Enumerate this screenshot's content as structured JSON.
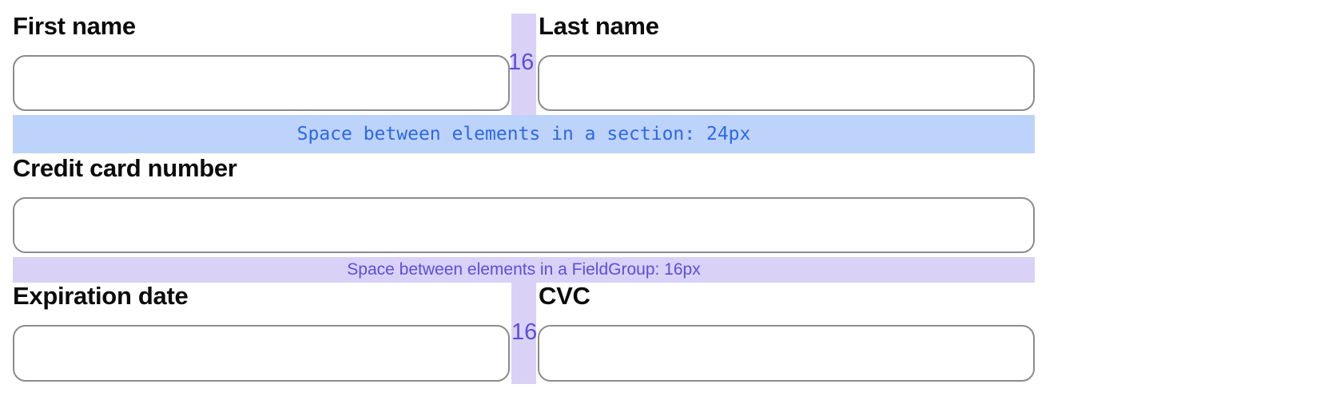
{
  "labels": {
    "first_name": "First name",
    "last_name": "Last name",
    "credit_card": "Credit card number",
    "expiration": "Expiration date",
    "cvc": "CVC"
  },
  "annotations": {
    "section_gap": "Space between elements in a section: 24px",
    "fieldgroup_gap": "Space between elements in a FieldGroup: 16px",
    "column_gap_top": "16",
    "column_gap_bottom": "16"
  },
  "inputs": {
    "first_name_value": "",
    "last_name_value": "",
    "credit_card_value": "",
    "expiration_value": "",
    "cvc_value": ""
  },
  "colors": {
    "section_band_bg": "#bdd3fa",
    "section_band_text": "#2d68e9",
    "fieldgroup_band_bg": "#d9d2f6",
    "fieldgroup_band_text": "#5b4ee0",
    "input_border": "#8b8b90",
    "label_text": "#0b0b0c"
  }
}
